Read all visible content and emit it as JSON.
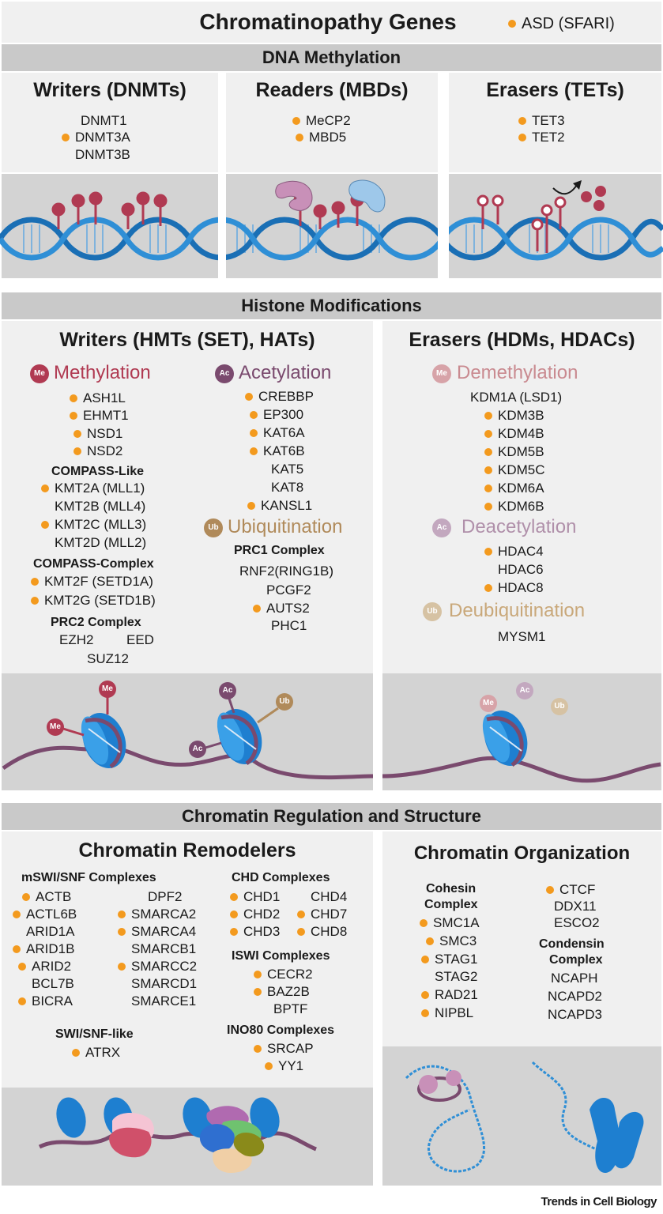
{
  "header": {
    "title": "Chromatinopathy Genes",
    "legend": "ASD (SFARI)"
  },
  "colors": {
    "asd_dot": "#f39a1e",
    "methyl": "#b03a52",
    "acetyl": "#7a4a6e",
    "ubiq": "#b08a5a",
    "dna": "#1a6fb5",
    "nucleosome": "#1e7fd0"
  },
  "dna_methylation": {
    "header": "DNA Methylation",
    "writers": {
      "title": "Writers (DNMTs)",
      "genes": [
        "DNMT1",
        "DNMT3A",
        "DNMT3B"
      ]
    },
    "readers": {
      "title": "Readers (MBDs)",
      "genes": [
        "MeCP2",
        "MBD5"
      ]
    },
    "erasers": {
      "title": "Erasers (TETs)",
      "genes": [
        "TET3",
        "TET2"
      ]
    }
  },
  "histone": {
    "header": "Histone Modifications",
    "writers_title": "Writers (HMTs (SET), HATs)",
    "erasers_title": "Erasers (HDMs, HDACs)",
    "badges": {
      "me": "Me",
      "ac": "Ac",
      "ub": "Ub"
    },
    "methylation": {
      "label": "Methylation",
      "genes": [
        "ASH1L",
        "EHMT1",
        "NSD1",
        "NSD2"
      ],
      "compass_like": {
        "label": "COMPASS-Like",
        "genes": [
          "KMT2A (MLL1)",
          "KMT2B (MLL4)",
          "KMT2C (MLL3)",
          "KMT2D (MLL2)"
        ]
      },
      "compass_complex": {
        "label": "COMPASS-Complex",
        "genes": [
          "KMT2F (SETD1A)",
          "KMT2G (SETD1B)"
        ]
      },
      "prc2": {
        "label": "PRC2 Complex",
        "genes": [
          "EZH2",
          "EED",
          "SUZ12"
        ]
      }
    },
    "acetylation": {
      "label": "Acetylation",
      "genes": [
        "CREBBP",
        "EP300",
        "KAT6A",
        "KAT6B",
        "KAT5",
        "KAT8",
        "KANSL1"
      ]
    },
    "ubiquitination": {
      "label": "Ubiquitination",
      "prc1": {
        "label": "PRC1 Complex",
        "genes": [
          "RNF2(RING1B)",
          "PCGF2",
          "AUTS2",
          "PHC1"
        ]
      }
    },
    "demethylation": {
      "label": "Demethylation",
      "genes": [
        "KDM1A (LSD1)",
        "KDM3B",
        "KDM4B",
        "KDM5B",
        "KDM5C",
        "KDM6A",
        "KDM6B"
      ]
    },
    "deacetylation": {
      "label": "Deacetylation",
      "genes": [
        "HDAC4",
        "HDAC6",
        "HDAC8"
      ]
    },
    "deubiquitination": {
      "label": "Deubiquitination",
      "genes": [
        "MYSM1"
      ]
    }
  },
  "chromatin": {
    "header": "Chromatin Regulation and Structure",
    "remodelers_title": "Chromatin Remodelers",
    "organization_title": "Chromatin Organization",
    "mswi": {
      "label": "mSWI/SNF Complexes",
      "col1": [
        "ACTB",
        "ACTL6B",
        "ARID1A",
        "ARID1B",
        "ARID2",
        "BCL7B",
        "BICRA"
      ],
      "col2": [
        "DPF2",
        "SMARCA2",
        "SMARCA4",
        "SMARCB1",
        "SMARCC2",
        "SMARCD1",
        "SMARCE1"
      ]
    },
    "swi_like": {
      "label": "SWI/SNF-like",
      "genes": [
        "ATRX"
      ]
    },
    "chd": {
      "label": "CHD Complexes",
      "col1": [
        "CHD1",
        "CHD2",
        "CHD3"
      ],
      "col2": [
        "CHD4",
        "CHD7",
        "CHD8"
      ]
    },
    "iswi": {
      "label": "ISWI Complexes",
      "genes": [
        "CECR2",
        "BAZ2B",
        "BPTF"
      ]
    },
    "ino80": {
      "label": "INO80 Complexes",
      "genes": [
        "SRCAP",
        "YY1"
      ]
    },
    "cohesin": {
      "label1": "Cohesin",
      "label2": "Complex",
      "genes": [
        "SMC1A",
        "SMC3",
        "STAG1",
        "STAG2",
        "RAD21",
        "NIPBL"
      ]
    },
    "misc": {
      "genes": [
        "CTCF",
        "DDX11",
        "ESCO2"
      ]
    },
    "condensin": {
      "label1": "Condensin",
      "label2": "Complex",
      "genes": [
        "NCAPH",
        "NCAPD2",
        "NCAPD3"
      ]
    }
  },
  "footer": {
    "credit": "Trends in Cell Biology"
  }
}
